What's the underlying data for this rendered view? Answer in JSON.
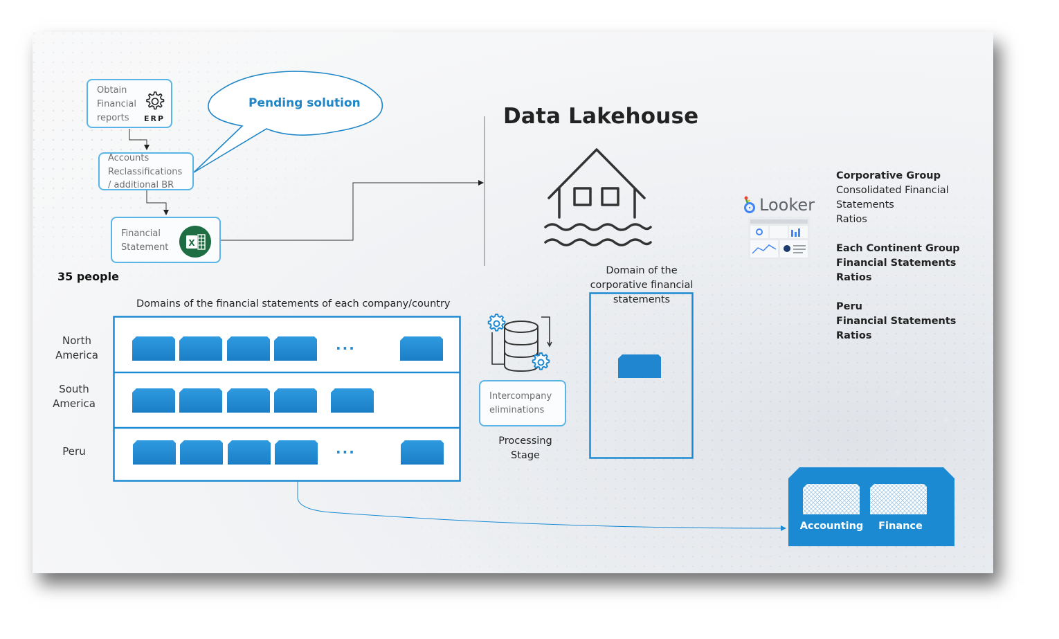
{
  "erp_box": {
    "lines": [
      "Obtain",
      "Financial",
      "reports"
    ],
    "icon": "gear-icon",
    "icon_label": "ERP"
  },
  "reclass_box": {
    "lines": [
      "Accounts",
      "Reclassifications",
      "/ additional BR"
    ]
  },
  "fs_box": {
    "lines": [
      "Financial",
      "Statement"
    ],
    "icon": "excel-icon"
  },
  "bubble": {
    "text": "Pending solution"
  },
  "people": {
    "text": "35 people"
  },
  "lakehouse": {
    "title": "Data Lakehouse",
    "icon": "house-on-water-icon"
  },
  "domains": {
    "title": "Domains of the financial statements of each company/country",
    "rows": [
      {
        "label_lines": [
          "North",
          "America"
        ],
        "ellipsis": "..."
      },
      {
        "label_lines": [
          "South",
          "America"
        ]
      },
      {
        "label_lines": [
          "Peru"
        ],
        "ellipsis": "..."
      }
    ]
  },
  "processing": {
    "box_lines": [
      "Intercompany",
      "eliminations"
    ],
    "label_lines": [
      "Processing",
      "Stage"
    ],
    "icon": "database-gear-icon"
  },
  "corporate_domain": {
    "label_lines": [
      "Domain of the",
      "corporative financial",
      "statements"
    ]
  },
  "looker": {
    "label": "Looker",
    "icon": "looker-logo-icon"
  },
  "reports": [
    {
      "bold": [
        "Corporative Group"
      ],
      "normal": [
        "Consolidated Financial",
        "Statements",
        "Ratios"
      ]
    },
    {
      "bold": [
        "Each Continent Group",
        "Financial Statements",
        "Ratios"
      ],
      "normal": []
    },
    {
      "bold": [
        "Peru",
        "Financial Statements",
        "Ratios"
      ],
      "normal": []
    }
  ],
  "targets": {
    "left": "Accounting",
    "right": "Finance"
  },
  "colors": {
    "accent_blue": "#1b8ad3",
    "box_blue": "#1f86cf",
    "border_blue": "#5ab4e6",
    "excel_green": "#1f6e43"
  }
}
